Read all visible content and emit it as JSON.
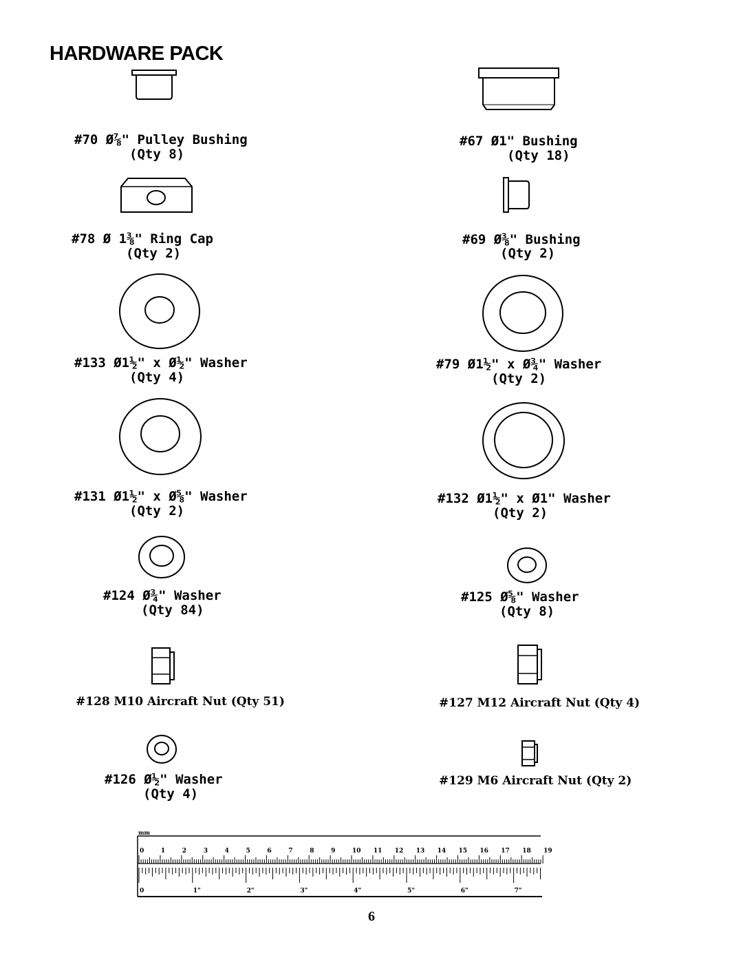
{
  "page": {
    "title": "HARDWARE PACK",
    "page_number": "6"
  },
  "parts": {
    "p70": {
      "label": "#70 Ø⅞\" Pulley Bushing",
      "qty": "(Qty 8)"
    },
    "p67": {
      "label": "#67 Ø1\" Bushing",
      "qty": "(Qty 18)"
    },
    "p78": {
      "label": "#78 Ø 1⅜\" Ring Cap",
      "qty": "(Qty 2)"
    },
    "p69": {
      "label": "#69 Ø⅜\" Bushing",
      "qty": "(Qty 2)"
    },
    "p133": {
      "label": "#133 Ø1½\" x Ø½\" Washer",
      "qty": "(Qty 4)"
    },
    "p79": {
      "label": "#79 Ø1½\" x Ø¾\" Washer",
      "qty": "(Qty 2)"
    },
    "p131": {
      "label": "#131 Ø1½\" x Ø⅝\" Washer",
      "qty": "(Qty 2)"
    },
    "p132": {
      "label": "#132 Ø1½\" x Ø1\" Washer",
      "qty": "(Qty 2)"
    },
    "p124": {
      "label": "#124 Ø¾\" Washer",
      "qty": "(Qty 84)"
    },
    "p125": {
      "label": "#125 Ø⅝\" Washer",
      "qty": "(Qty 8)"
    },
    "p128": {
      "label": "#128 M10 Aircraft Nut (Qty 51)"
    },
    "p127": {
      "label": "#127 M12 Aircraft Nut (Qty 4)"
    },
    "p126": {
      "label": "#126 Ø½\" Washer",
      "qty": "(Qty 4)"
    },
    "p129": {
      "label": "#129 M6 Aircraft Nut (Qty 2)"
    }
  },
  "ruler": {
    "unit_label": "mm",
    "mm_labels": [
      "0",
      "1",
      "2",
      "3",
      "4",
      "5",
      "6",
      "7",
      "8",
      "9",
      "10",
      "11",
      "12",
      "13",
      "14",
      "15",
      "16",
      "17",
      "18",
      "19"
    ],
    "inch_labels": [
      "0",
      "1\"",
      "2\"",
      "3\"",
      "4\"",
      "5\"",
      "6\"",
      "7\""
    ]
  }
}
